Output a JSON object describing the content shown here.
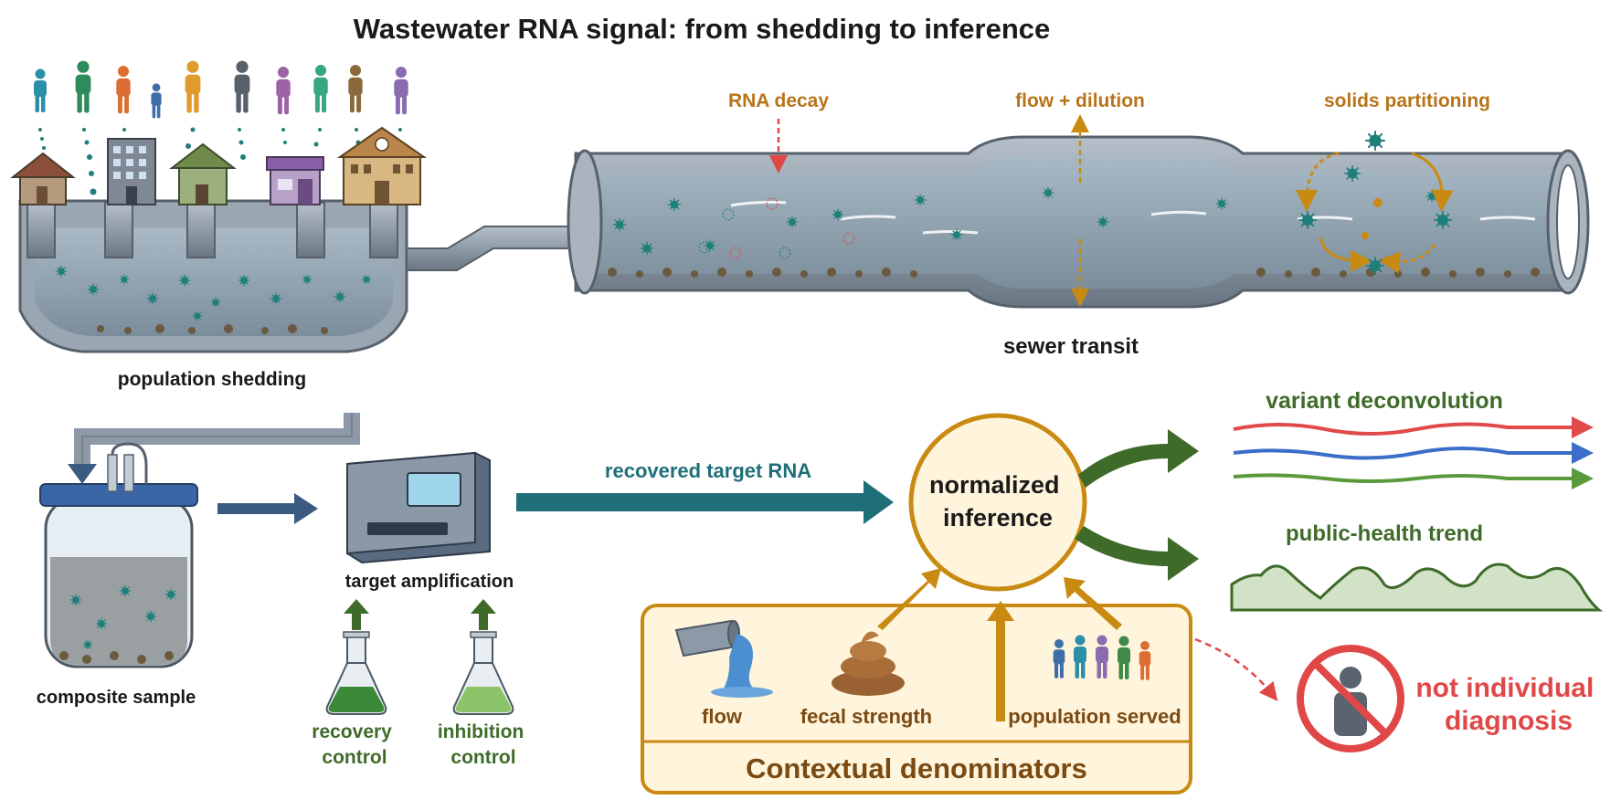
{
  "title": "Wastewater RNA signal: from shedding to inference",
  "labels": {
    "population_shedding": "population shedding",
    "sewer_transit": "sewer transit",
    "rna_decay": "RNA decay",
    "flow_dilution": "flow + dilution",
    "solids_partitioning": "solids partitioning",
    "composite_sample": "composite sample",
    "target_amplification": "target amplification",
    "recovery_control": [
      "recovery",
      "control"
    ],
    "inhibition_control": [
      "inhibition",
      "control"
    ],
    "recovered_target_rna": "recovered target RNA",
    "normalized_inference": [
      "normalized",
      "inference"
    ],
    "variant_deconvolution": "variant deconvolution",
    "public_health_trend": "public-health trend",
    "not_individual_diagnosis": [
      "not individual",
      "diagnosis"
    ],
    "contextual_denominators": "Contextual denominators",
    "flow": "flow",
    "fecal_strength": "fecal strength",
    "population_served": "population served"
  },
  "colors": {
    "title": "#1a1a1a",
    "teal": "#1f6f78",
    "green": "#3f6b2a",
    "amber": "#c98a12",
    "amber_text": "#b7741a",
    "red": "#e04848",
    "pipe": "#8d99a6",
    "pipe_dark": "#56616c",
    "navy": "#3b5a80",
    "cream": "#fff4dc",
    "virus": "#1f7f7a",
    "variant_red": "#e04a4a",
    "variant_blue": "#3a6ec9",
    "variant_green": "#5b9a3c",
    "trend_fill": "#d2e2c6"
  },
  "icons": {
    "people": [
      "person-icon",
      "person-icon",
      "person-icon",
      "person-icon",
      "person-icon",
      "person-icon",
      "person-icon",
      "person-icon",
      "person-icon",
      "person-icon"
    ],
    "buildings": [
      "house-icon",
      "apartment-icon",
      "house-icon",
      "shop-icon",
      "school-icon"
    ],
    "sample": "sample-jar-icon",
    "instrument": "pcr-machine-icon",
    "flask": "flask-icon",
    "pipe_pour": "pipe-pour-icon",
    "feces": "feces-icon",
    "group": "people-group-icon",
    "no_person": "prohibited-person-icon"
  }
}
